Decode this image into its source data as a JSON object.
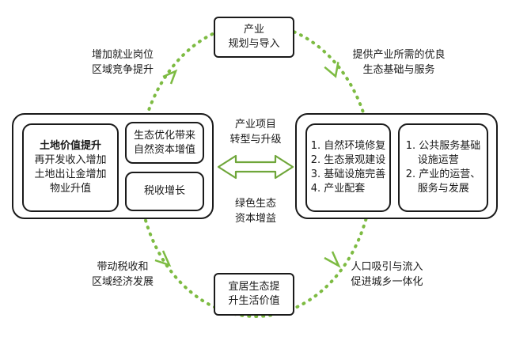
{
  "top_box": {
    "line1": "产业",
    "line2": "规划与导入"
  },
  "bottom_box": {
    "line1": "宜居生态提",
    "line2": "升生活价值"
  },
  "left_panel": {
    "land_value": {
      "title": "土地价值提升",
      "line1": "再开发收入增加",
      "line2": "土地出让金增加",
      "line3": "物业升值"
    },
    "eco_capital": {
      "line1": "生态优化带来",
      "line2": "自然资本增值"
    },
    "tax": {
      "text": "税收增长"
    }
  },
  "right_panel": {
    "eco_list": {
      "item1": "1. 自然环境修复",
      "item2": "2. 生态景观建设",
      "item3": "3. 基础设施完善",
      "item4": "4. 产业配套"
    },
    "service_list": {
      "item1a": "1. 公共服务基础",
      "item1b": "设施运营",
      "item2a": "2. 产业的运营、",
      "item2b": "服务与发展"
    }
  },
  "center": {
    "top_line1": "产业项目",
    "top_line2": "转型与升级",
    "bottom_line1": "绿色生态",
    "bottom_line2": "资本增益"
  },
  "corner_labels": {
    "top_left": {
      "line1": "增加就业岗位",
      "line2": "区域竞争提升"
    },
    "top_right": {
      "line1": "提供产业所需的优良",
      "line2": "生态基础与服务"
    },
    "bottom_left": {
      "line1": "带动税收和",
      "line2": "区域经济发展"
    },
    "bottom_right": {
      "line1": "人口吸引与流入",
      "line2": "促进城乡一体化"
    }
  },
  "colors": {
    "loop_green": "#7dbb42",
    "arrow_green": "#6fa63a",
    "border": "#1a1a1a"
  }
}
